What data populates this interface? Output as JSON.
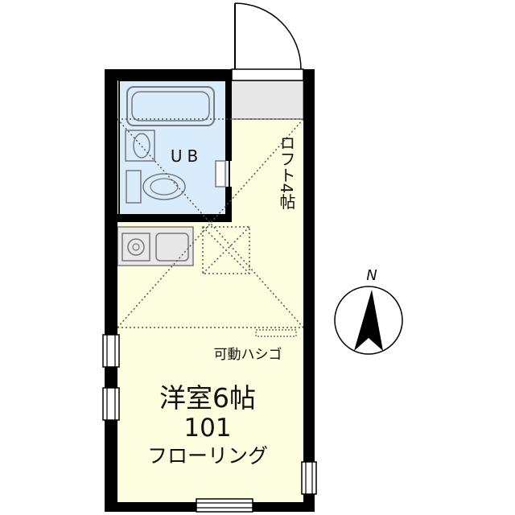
{
  "labels": {
    "bathroom": "UB",
    "loft": "ロフト4帖",
    "ladder": "可動ハシゴ",
    "room_name": "洋室6帖",
    "room_number": "101",
    "flooring": "フローリング",
    "north": "N"
  },
  "colors": {
    "wall": "#000000",
    "room_fill": "#fdfde0",
    "bath_fill": "#d9ecfb",
    "fixture_stroke": "#777777",
    "closet_fill": "#e8e8e8"
  },
  "icons": {
    "toilet": "toilet-icon",
    "bathtub": "bathtub-icon",
    "sink": "sink-icon",
    "stove": "stove-icon",
    "compass": "compass-icon",
    "door": "door-swing-icon"
  }
}
